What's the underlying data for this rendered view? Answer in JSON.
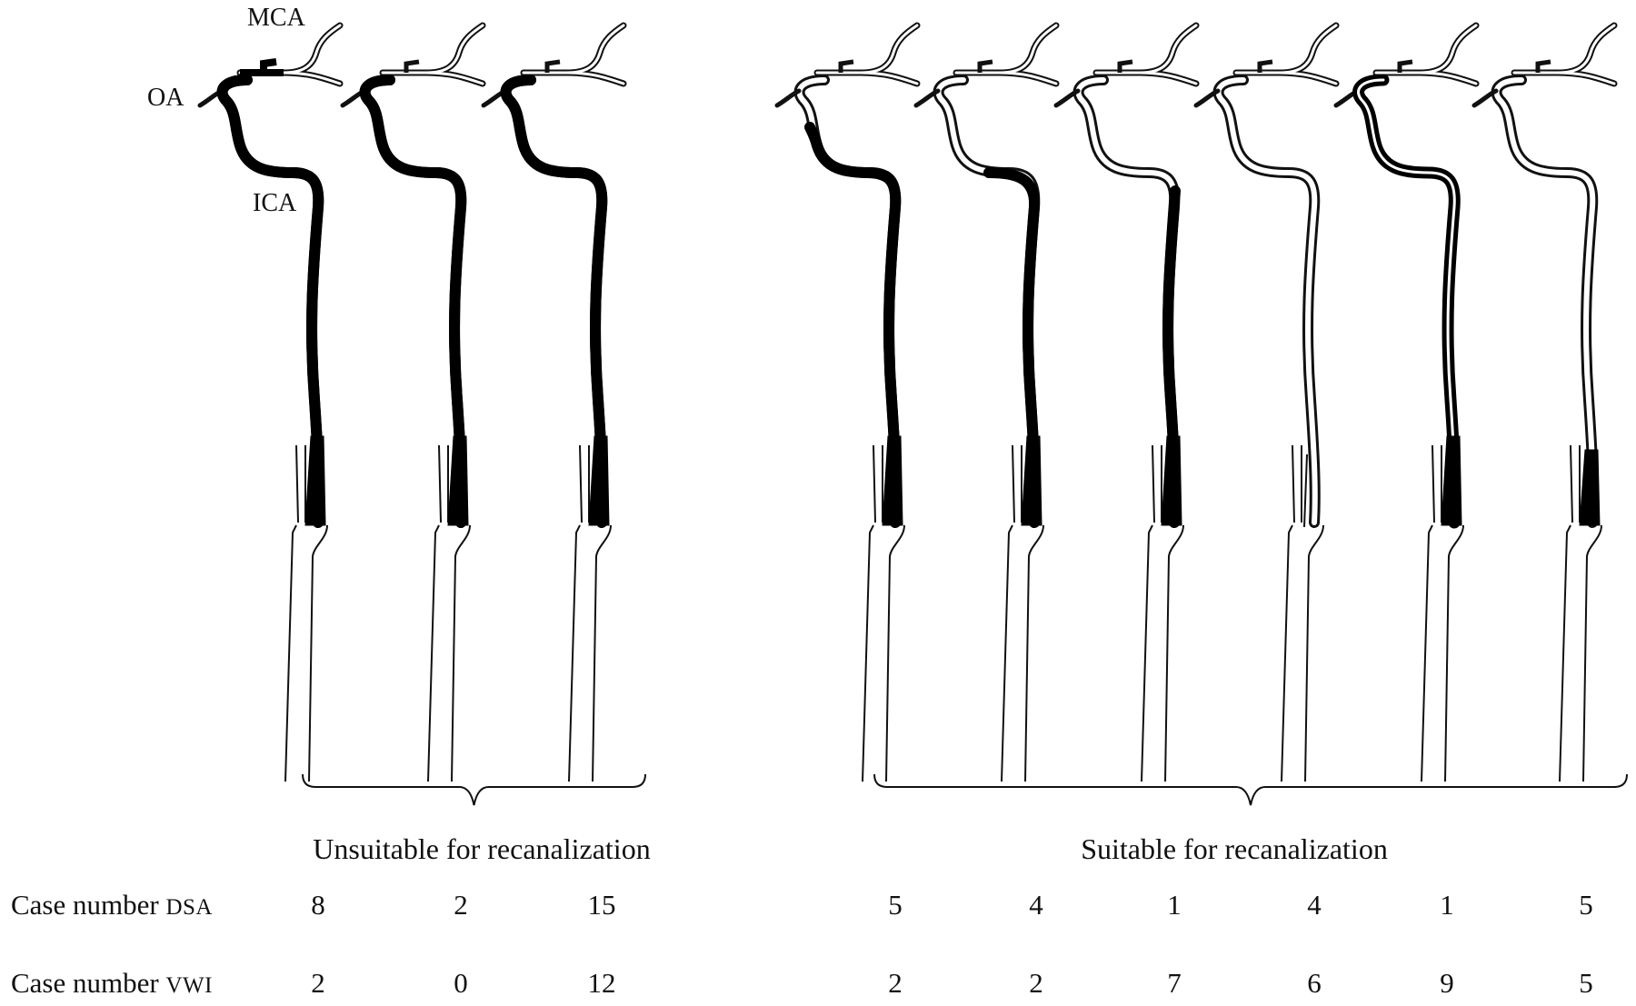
{
  "labels": {
    "mca": "MCA",
    "oa": "OA",
    "ica": "ICA"
  },
  "groups": [
    {
      "title": "Unsuitable for recanalization"
    },
    {
      "title": "Suitable for recanalization"
    }
  ],
  "rows": [
    {
      "label": "Case number",
      "suffix": "DSA"
    },
    {
      "label": "Case number",
      "suffix": "VWI"
    }
  ],
  "cases": [
    {
      "group": 0,
      "pattern": "occluded-to-oa",
      "dsa": "8",
      "vwi": "2"
    },
    {
      "group": 0,
      "pattern": "occluded-to-oa-partial",
      "dsa": "2",
      "vwi": "0"
    },
    {
      "group": 0,
      "pattern": "occluded-to-siphon",
      "dsa": "15",
      "vwi": "12"
    },
    {
      "group": 1,
      "pattern": "occluded-below-siphon",
      "dsa": "5",
      "vwi": "2"
    },
    {
      "group": 1,
      "pattern": "occluded-below-horizontal",
      "dsa": "4",
      "vwi": "2"
    },
    {
      "group": 1,
      "pattern": "occluded-cervical",
      "dsa": "1",
      "vwi": "7"
    },
    {
      "group": 1,
      "pattern": "patent-oa-stump",
      "dsa": "4",
      "vwi": "6"
    },
    {
      "group": 1,
      "pattern": "thin-lumen",
      "dsa": "1",
      "vwi": "9"
    },
    {
      "group": 1,
      "pattern": "origin-stump",
      "dsa": "5",
      "vwi": "5"
    }
  ],
  "colors": {
    "line": "#111111",
    "fill": "#000000",
    "background": "#ffffff"
  }
}
